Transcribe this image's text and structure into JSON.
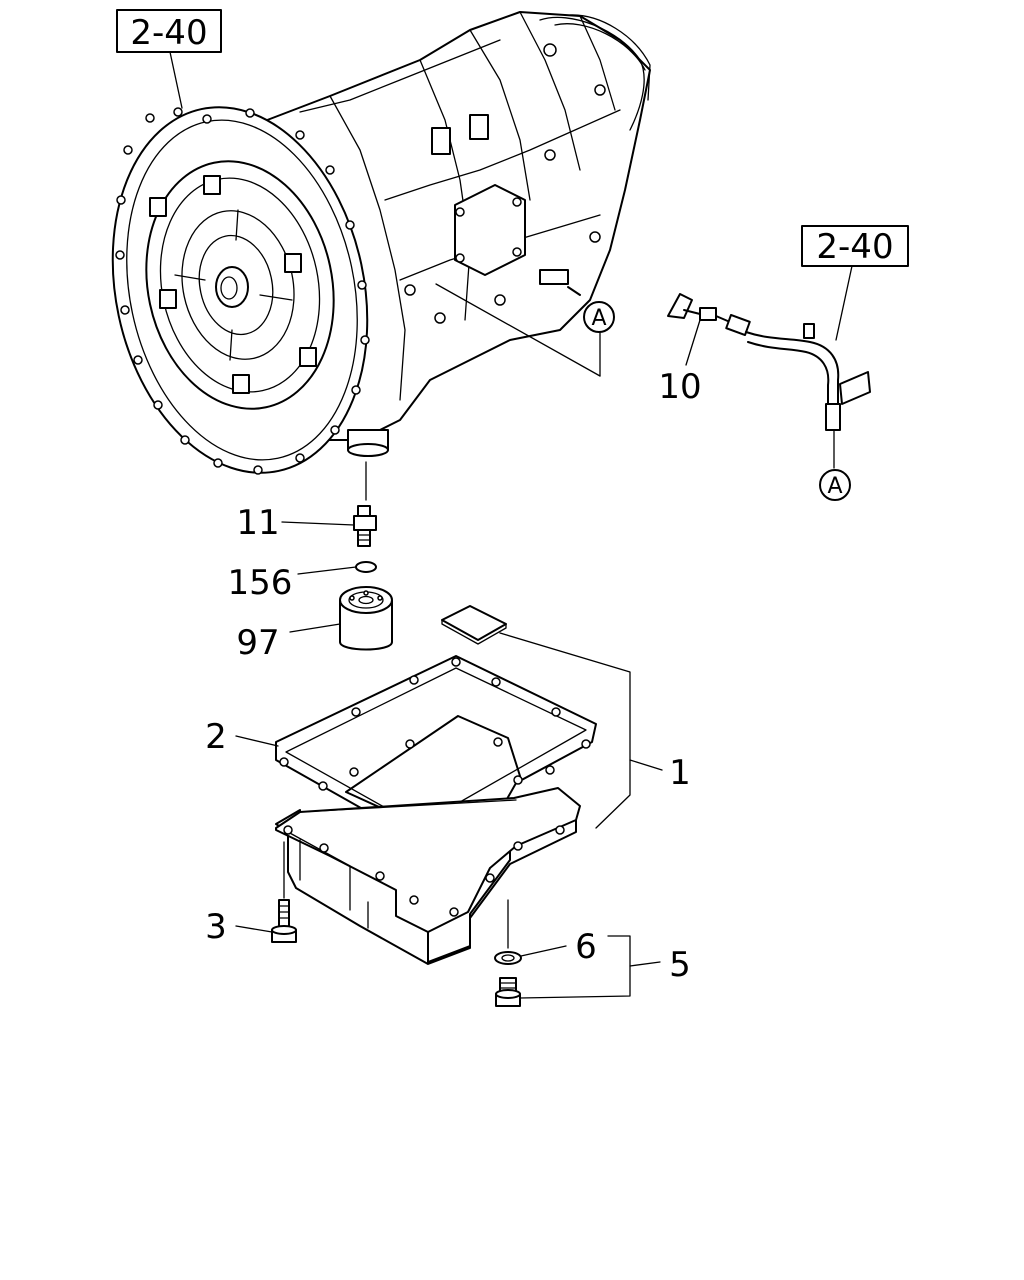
{
  "refs": {
    "top_left": "2-40",
    "right": "2-40"
  },
  "connector": {
    "a1": "A",
    "a2": "A"
  },
  "labels": {
    "p1": "1",
    "p2": "2",
    "p3": "3",
    "p5": "5",
    "p6": "6",
    "p10": "10",
    "p11": "11",
    "p97": "97",
    "p156": "156"
  }
}
